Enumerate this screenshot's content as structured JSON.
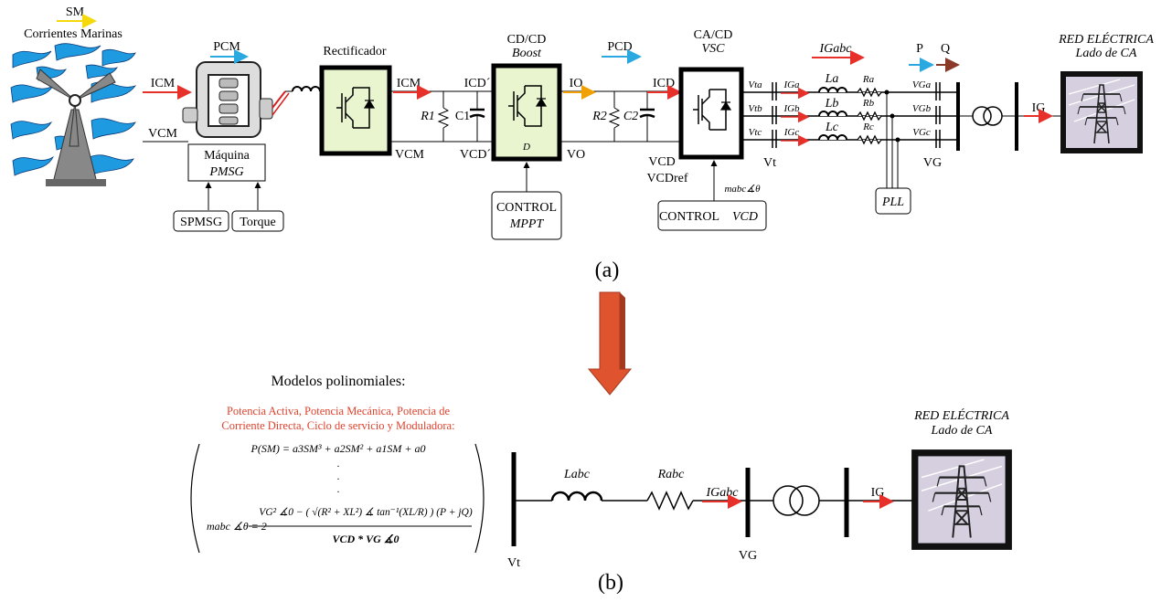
{
  "panel_a": {
    "sm": "SM",
    "marine_currents": "Corrientes Marinas",
    "icm_left": "ICM",
    "vcm_left": "VCM",
    "pcm": "PCM",
    "machine_line1": "Máquina",
    "machine_line2": "PMSG",
    "spmsg": "SPMSG",
    "torque": "Torque",
    "rectifier": "Rectificador",
    "icm": "ICM",
    "vcm": "VCM",
    "icd_prime": "ICD´",
    "r1": "R1",
    "c1": "C1",
    "vcd_prime": "VCD´",
    "dcdc_title": "CD/CD",
    "dcdc_sub": "Boost",
    "d_label": "D",
    "pcd": "PCD",
    "io": "IO",
    "vo": "VO",
    "control_mppt_1": "CONTROL",
    "control_mppt_2": "MPPT",
    "r2": "R2",
    "c2": "C2",
    "icd": "ICD",
    "vcd": "VCD",
    "vcdref": "VCDref",
    "acdc_title": "CA/CD",
    "acdc_sub": "VSC",
    "mabc": "mabc∡θ",
    "control_vcd_1": "CONTROL",
    "control_vcd_2": "VCD",
    "vta": "Vta",
    "vtb": "Vtb",
    "vtc": "Vtc",
    "iga": "IGa",
    "igb": "IGb",
    "igc": "IGc",
    "la": "La",
    "lb": "Lb",
    "lc": "Lc",
    "ra": "Ra",
    "rb": "Rb",
    "rc": "Rc",
    "vga": "VGa",
    "vgb": "VGb",
    "vgc": "VGc",
    "vt": "Vt",
    "vg": "VG",
    "igabc": "IGabc",
    "p": "P",
    "q": "Q",
    "pll": "PLL",
    "ig": "IG",
    "grid_title1": "RED ELÉCTRICA",
    "grid_title2": "Lado de CA",
    "caption": "(a)"
  },
  "panel_b": {
    "models_title": "Modelos polinomiales:",
    "models_red_1": "Potencia Activa, Potencia Mecánica, Potencia de",
    "models_red_2": "Corriente Directa, Ciclo de servicio y Moduladora:",
    "eq1": "P(SM) = a3SM³ + a2SM² + a1SM + a0",
    "dot": ".",
    "eq_lhs": "mabc ∡θ = 2",
    "eq_num": "VG² ∡0 − ( √(R² + XL²) ∡ tan⁻¹(XL/R) ) (P + jQ)",
    "eq_den": "VCD * VG ∡0",
    "labc": "Labc",
    "rabc": "Rabc",
    "igabc": "IGabc",
    "vt": "Vt",
    "vg": "VG",
    "ig": "IG",
    "grid_title1": "RED ELÉCTRICA",
    "grid_title2": "Lado de CA",
    "caption": "(b)"
  },
  "colors": {
    "arrow_red": "#e8302a",
    "arrow_blue": "#29a9e0",
    "arrow_yellow": "#f5d90a",
    "arrow_orange": "#f0a000",
    "arrow_brown": "#8b3a2a",
    "converter_fill": "#e8f5cf",
    "down_arrow": "#e0532f",
    "model_text_red": "#e0422d",
    "water_blue": "#1e9be0",
    "grid_box": "#c9c3d4"
  }
}
